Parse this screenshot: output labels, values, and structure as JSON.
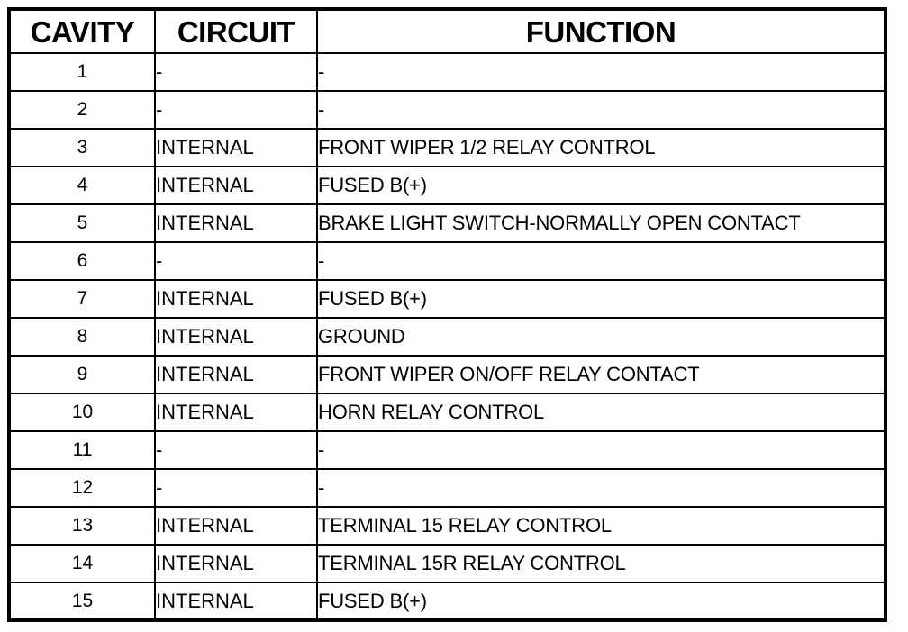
{
  "table": {
    "columns": [
      {
        "key": "cavity",
        "label": "CAVITY"
      },
      {
        "key": "circuit",
        "label": "CIRCUIT"
      },
      {
        "key": "function",
        "label": "FUNCTION"
      }
    ],
    "rows": [
      {
        "cavity": "1",
        "circuit": "-",
        "function": "-"
      },
      {
        "cavity": "2",
        "circuit": "-",
        "function": "-"
      },
      {
        "cavity": "3",
        "circuit": "INTERNAL",
        "function": "FRONT WIPER 1/2 RELAY CONTROL"
      },
      {
        "cavity": "4",
        "circuit": "INTERNAL",
        "function": "FUSED B(+)"
      },
      {
        "cavity": "5",
        "circuit": "INTERNAL",
        "function": "BRAKE LIGHT SWITCH-NORMALLY OPEN CONTACT"
      },
      {
        "cavity": "6",
        "circuit": "-",
        "function": "-"
      },
      {
        "cavity": "7",
        "circuit": "INTERNAL",
        "function": "FUSED B(+)"
      },
      {
        "cavity": "8",
        "circuit": "INTERNAL",
        "function": "GROUND"
      },
      {
        "cavity": "9",
        "circuit": "INTERNAL",
        "function": "FRONT WIPER ON/OFF RELAY CONTACT"
      },
      {
        "cavity": "10",
        "circuit": "INTERNAL",
        "function": "HORN RELAY CONTROL"
      },
      {
        "cavity": "11",
        "circuit": "-",
        "function": "-"
      },
      {
        "cavity": "12",
        "circuit": "-",
        "function": "-"
      },
      {
        "cavity": "13",
        "circuit": "INTERNAL",
        "function": "TERMINAL 15 RELAY CONTROL"
      },
      {
        "cavity": "14",
        "circuit": "INTERNAL",
        "function": "TERMINAL 15R RELAY CONTROL"
      },
      {
        "cavity": "15",
        "circuit": "INTERNAL",
        "function": "FUSED B(+)"
      }
    ]
  },
  "colors": {
    "border": "#000000",
    "text": "#000000",
    "background": "#ffffff"
  }
}
